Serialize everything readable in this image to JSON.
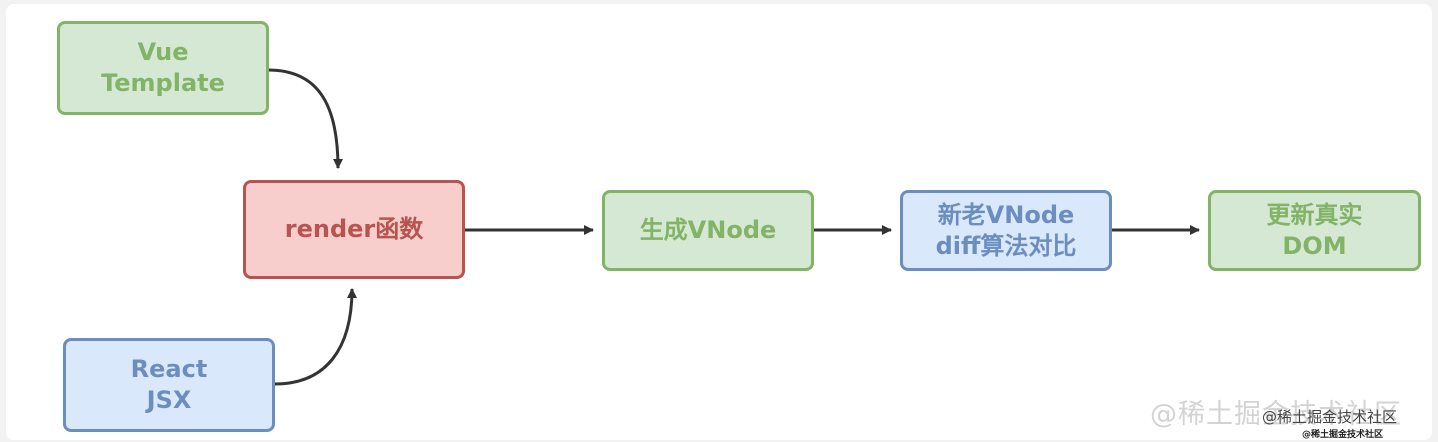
{
  "nodes": {
    "vue_template": "Vue\nTemplate",
    "react_jsx": "React\nJSX",
    "render_function": "render函数",
    "generate_vnode": "生成VNode",
    "vnode_diff": "新老VNode\ndiff算法对比",
    "update_dom": "更新真实\nDOM"
  },
  "watermark": {
    "main": "@稀土掘金技术社区",
    "secondary": "@稀土掘金技术社区",
    "small": "@稀土掘金技术社区"
  },
  "colors": {
    "green_fill": "#d5e8d4",
    "green_stroke": "#82b366",
    "red_fill": "#f8cecc",
    "red_stroke": "#b85450",
    "blue_fill": "#dae8fc",
    "blue_stroke": "#6c8ebf",
    "edge": "#333333"
  }
}
